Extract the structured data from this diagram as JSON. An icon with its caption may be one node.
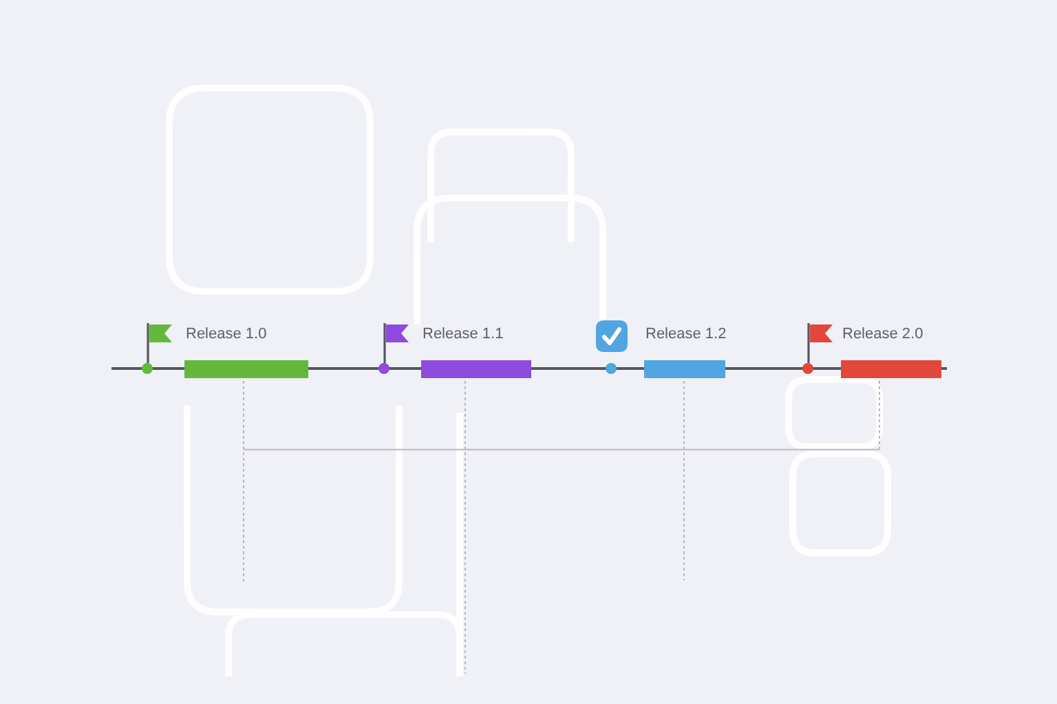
{
  "diagram": {
    "nodes": [
      {
        "text": [
          "Release 1.0"
        ]
      },
      {
        "text": [
          "Release 1.1"
        ]
      },
      {
        "text": [
          "Release 1.2"
        ]
      },
      {
        "text": [
          "Release 2.0"
        ]
      }
    ]
  }
}
